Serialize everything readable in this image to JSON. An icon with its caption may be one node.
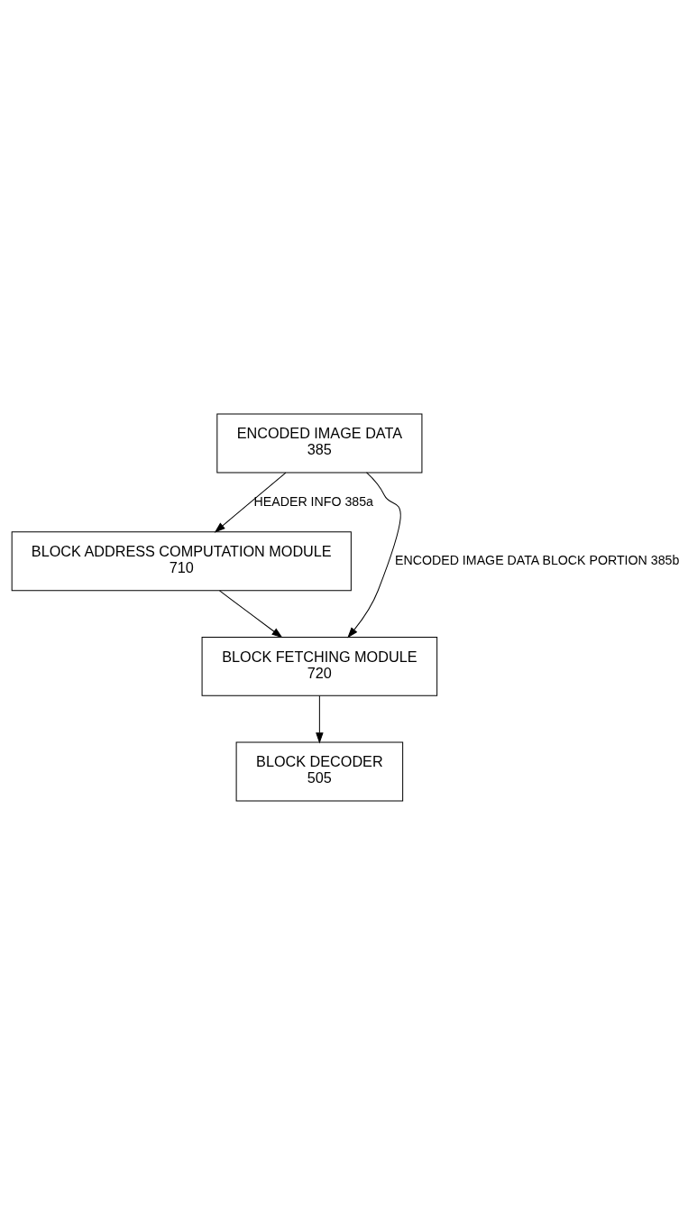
{
  "diagram": {
    "nodes": [
      {
        "text": [
          "ENCODED IMAGE DATA",
          "385"
        ]
      },
      {
        "text": [
          "BLOCK ADDRESS COMPUTATION MODULE",
          "710"
        ]
      },
      {
        "text": [
          "BLOCK FETCHING MODULE",
          "720"
        ]
      },
      {
        "text": [
          "BLOCK DECODER",
          "505"
        ]
      }
    ],
    "edges": [
      {
        "from": 0,
        "to": 1,
        "arrow": "to",
        "label": "HEADER INFO 385a"
      },
      {
        "from": 0,
        "to": 2,
        "arrow": "to",
        "label": "ENCODED IMAGE DATA BLOCK PORTION 385b"
      },
      {
        "from": 1,
        "to": 2,
        "arrow": "to"
      },
      {
        "from": 2,
        "to": 3,
        "arrow": "to"
      }
    ]
  }
}
